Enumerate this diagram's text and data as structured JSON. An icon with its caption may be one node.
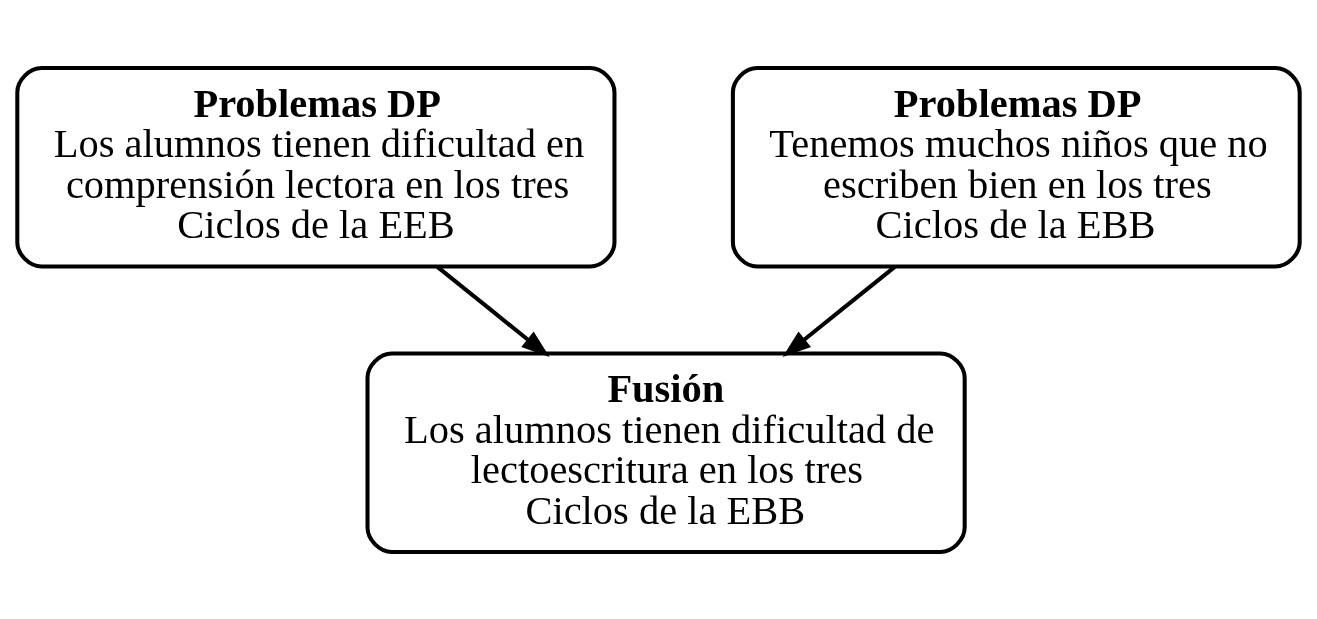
{
  "diagram": {
    "nodes": [
      {
        "text": [
          "Problemas DP",
          "Los alumnos tienen dificultad en comprensión lectora en los tres Ciclos de la EEB"
        ]
      },
      {
        "text": [
          "Problemas DP",
          "Tenemos muchos niños que no escriben bien en los tres Ciclos de la EBB"
        ]
      },
      {
        "text": [
          "Fusión",
          "Los alumnos tienen dificultad de lectoescritura en los tres Ciclos de la EBB"
        ]
      }
    ],
    "edges": [
      {
        "from": 0,
        "to": 2,
        "arrow": "to"
      },
      {
        "from": 1,
        "to": 2,
        "arrow": "to"
      }
    ]
  }
}
